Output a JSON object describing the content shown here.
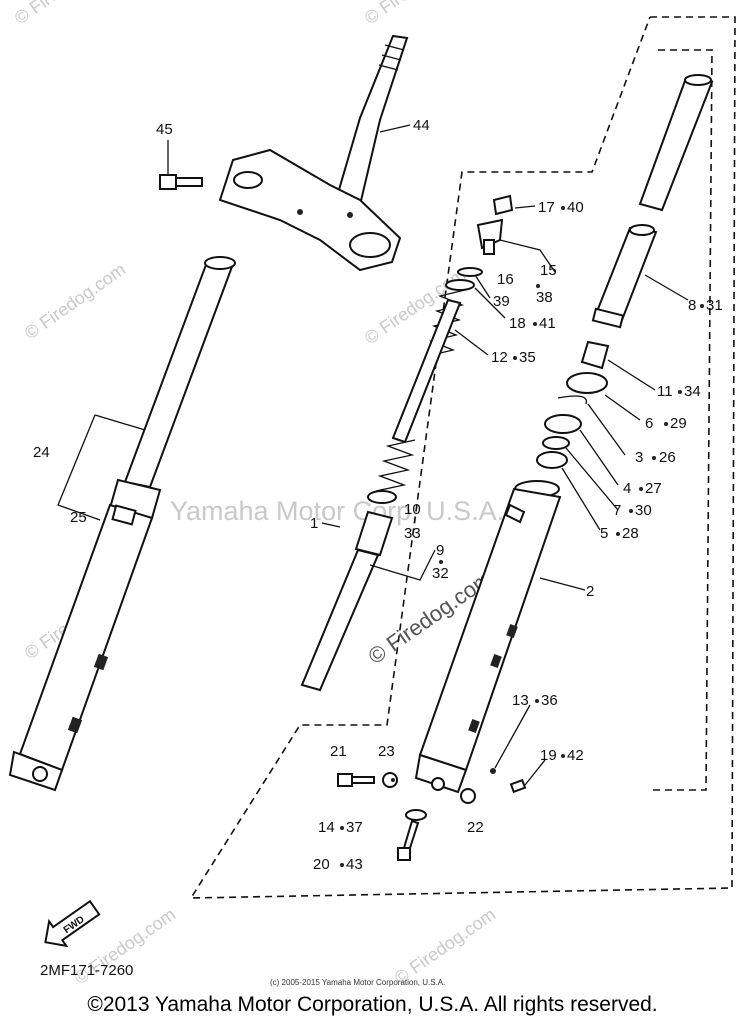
{
  "watermarks": {
    "firedog": "© Firedog.com",
    "firedog_center": "© Firedog.com",
    "yamaha": "Yamaha Motor Corp, U.S.A."
  },
  "fwd_label": "FWD",
  "part_code": "2MF171-7260",
  "small_copyright": "(c) 2005-2015 Yamaha Motor Corporation, U.S.A.",
  "copyright": "©2013 Yamaha Motor Corporation, U.S.A. All rights reserved.",
  "callouts": {
    "c1": "1",
    "c2": "2",
    "c3": "3",
    "c26": "26",
    "c4": "4",
    "c27": "27",
    "c5": "5",
    "c28": "28",
    "c6": "6",
    "c29": "29",
    "c7": "7",
    "c30": "30",
    "c8": "8",
    "c31": "31",
    "c9": "9",
    "c32": "32",
    "c10": "10",
    "c33": "33",
    "c11": "11",
    "c34": "34",
    "c12": "12",
    "c35": "35",
    "c13": "13",
    "c36": "36",
    "c14": "14",
    "c37": "37",
    "c15": "15",
    "c38": "38",
    "c16": "16",
    "c17": "17",
    "c40": "40",
    "c18": "18",
    "c41": "41",
    "c19": "19",
    "c42": "42",
    "c20": "20",
    "c43": "43",
    "c21": "21",
    "c22": "22",
    "c23": "23",
    "c24": "24",
    "c25": "25",
    "c39": "39",
    "c44": "44",
    "c45": "45"
  }
}
